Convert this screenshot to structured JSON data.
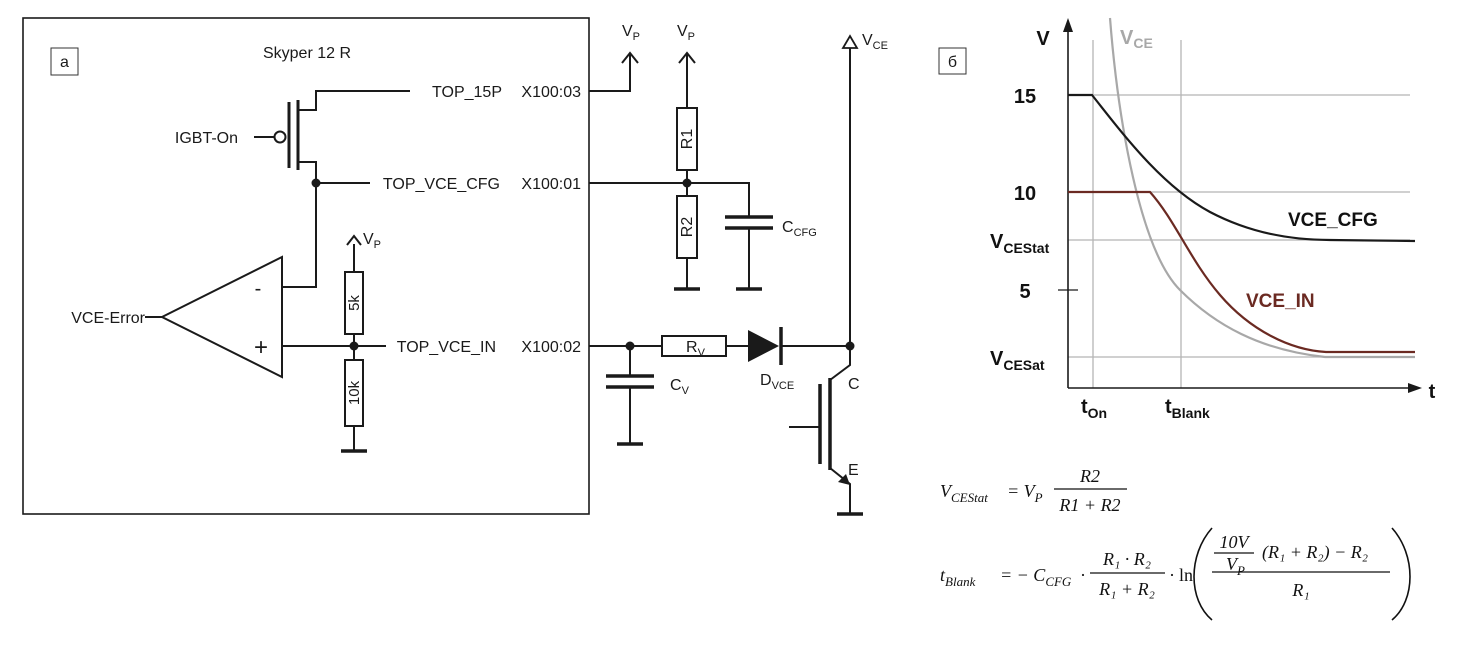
{
  "panel_a": {
    "tag": "a",
    "title": "Skyper 12 R",
    "igbt_on": "IGBT-On",
    "vce_error": "VCE-Error",
    "minus": "-",
    "plus": "+",
    "pins": [
      {
        "net": "TOP_15P",
        "pin": "X100:03"
      },
      {
        "net": "TOP_VCE_CFG",
        "pin": "X100:01"
      },
      {
        "net": "TOP_VCE_IN",
        "pin": "X100:02"
      }
    ],
    "res_5k": "5k",
    "res_10k": "10k",
    "r1": "R1",
    "r2": "R2",
    "vp_main": "V",
    "vp_sub": "P",
    "vce_main": "V",
    "vce_sub": "CE",
    "ccfg_main": "C",
    "ccfg_sub": "CFG",
    "cv_main": "C",
    "cv_sub": "V",
    "rv_main": "R",
    "rv_sub": "V",
    "dvce_main": "D",
    "dvce_sub": "VCE",
    "collector": "C",
    "emitter": "E"
  },
  "panel_b": {
    "tag": "б",
    "y_axis": "V",
    "x_axis": "t",
    "y_ticks": [
      "15",
      "10",
      "5"
    ],
    "vcestat_main": "V",
    "vcestat_sub": "CEStat",
    "vcesat_main": "V",
    "vcesat_sub": "CESat",
    "ton_main": "t",
    "ton_sub": "On",
    "tblank_main": "t",
    "tblank_sub": "Blank",
    "vce_curve_main": "V",
    "vce_curve_sub": "CE",
    "curve_cfg": "VCE_CFG",
    "curve_in": "VCE_IN",
    "colors": {
      "vce": "#a8a8a8",
      "cfg": "#1a1a1a",
      "in": "#6b2a22",
      "grid": "#b5b5b5"
    }
  },
  "formulas": {
    "f1_lhs": "V",
    "f1_lhs_sub": "CEStat",
    "f1_eq": "= V",
    "f1_vp_sub": "P",
    "f1_num": "R2",
    "f1_den": "R1 + R2",
    "f2_lhs": "t",
    "f2_lhs_sub": "Blank",
    "f2_eq": "= − C",
    "f2_c_sub": "CFG",
    "dot": "·",
    "ln": "ln",
    "f2_frac1_num": "R₁ · R₂",
    "f2_frac1_den": "R₁ +  R₂",
    "inner_num_a": "10V",
    "inner_den_a": "V",
    "inner_den_a_sub": "P",
    "inner_num_rest": "(R₁ + R₂) − R₂",
    "inner_den": "R₁"
  }
}
